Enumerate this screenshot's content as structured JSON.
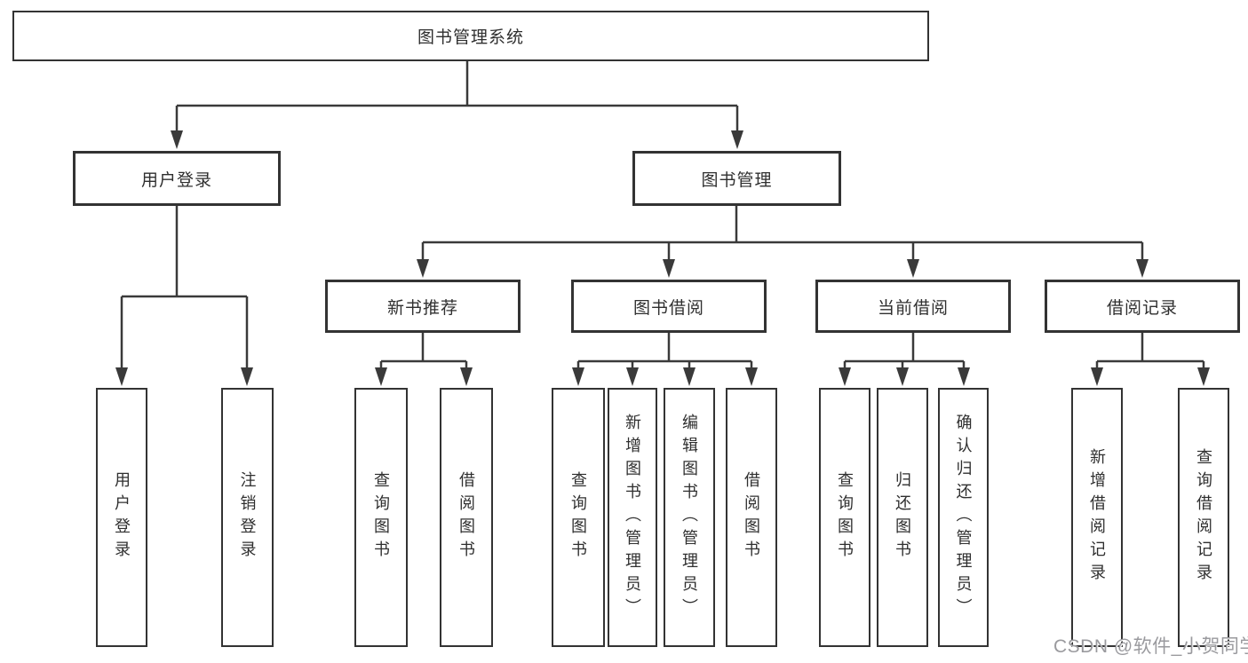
{
  "diagram": {
    "root": {
      "label": "图书管理系统"
    },
    "level2": [
      {
        "label": "用户登录"
      },
      {
        "label": "图书管理"
      }
    ],
    "level3": [
      {
        "label": "新书推荐"
      },
      {
        "label": "图书借阅"
      },
      {
        "label": "当前借阅"
      },
      {
        "label": "借阅记录"
      }
    ],
    "leaves": {
      "login": [
        {
          "label": "用户登录"
        },
        {
          "label": "注销登录"
        }
      ],
      "newbook": [
        {
          "label": "查询图书"
        },
        {
          "label": "借阅图书"
        }
      ],
      "borrow": [
        {
          "label": "查询图书"
        },
        {
          "label": "新增图书（管理员）"
        },
        {
          "label": "编辑图书（管理员）"
        },
        {
          "label": "借阅图书"
        }
      ],
      "current": [
        {
          "label": "查询图书"
        },
        {
          "label": "归还图书"
        },
        {
          "label": "确认归还（管理员）"
        }
      ],
      "records": [
        {
          "label": "新增借阅记录"
        },
        {
          "label": "查询借阅记录"
        }
      ]
    },
    "watermark": "CSDN @软件_小贺同学",
    "colors": {
      "line": "#3a3a3a",
      "box_border": "#333333",
      "text": "#2f2f2f",
      "watermark": "#9a9a9e",
      "background": "#ffffff"
    }
  }
}
